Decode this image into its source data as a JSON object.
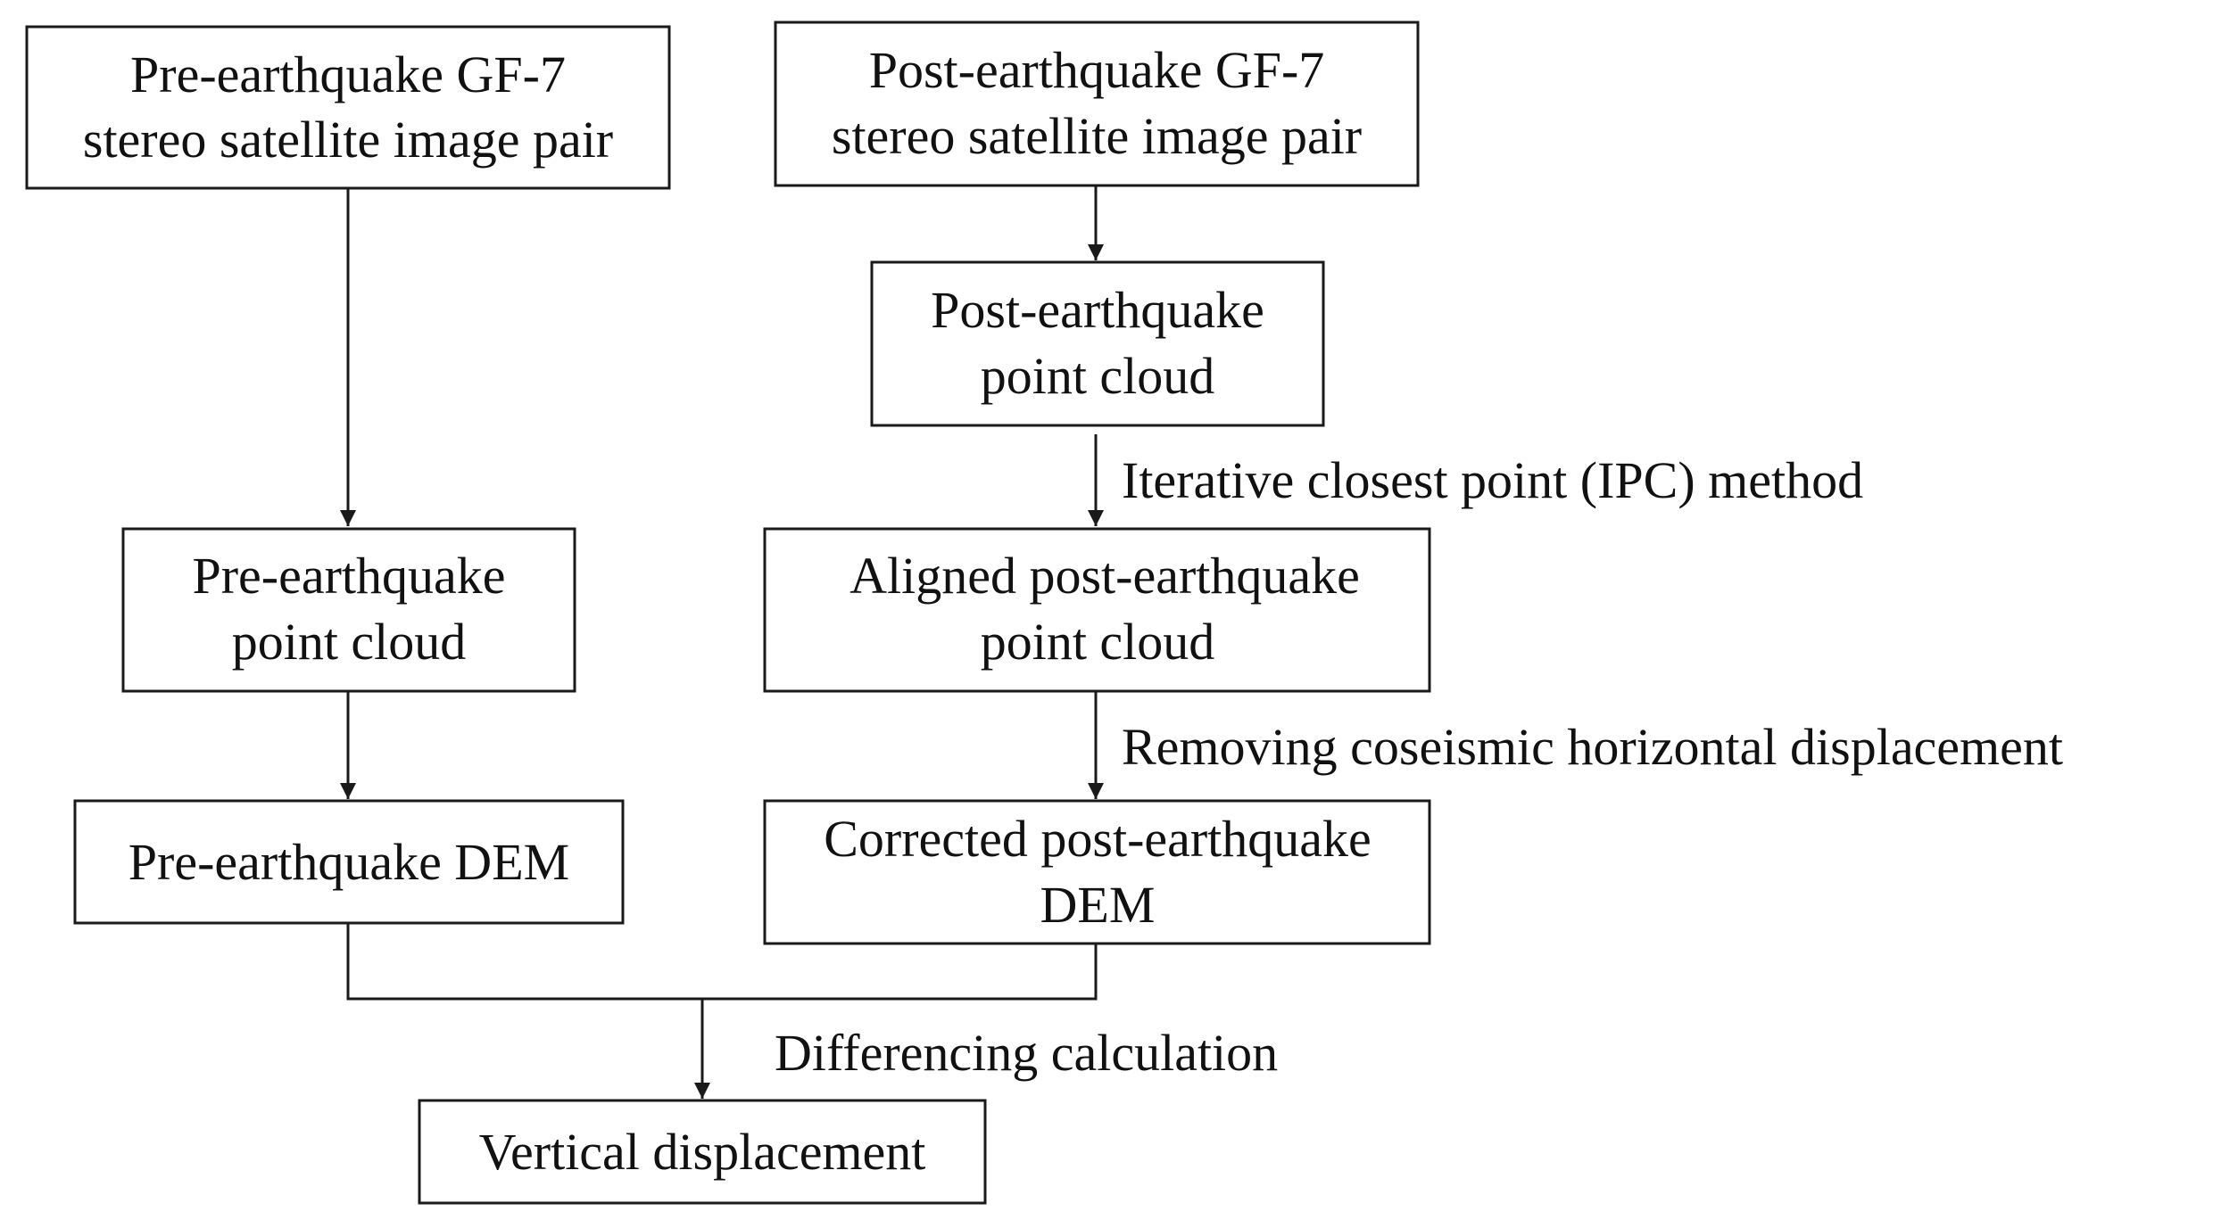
{
  "nodes": {
    "pre_stereo": {
      "line1": "Pre-earthquake GF-7",
      "line2": "stereo satellite image pair"
    },
    "post_stereo": {
      "line1": "Post-earthquake GF-7",
      "line2": "stereo satellite image pair"
    },
    "post_cloud": {
      "line1": "Post-earthquake",
      "line2": "point cloud"
    },
    "pre_cloud": {
      "line1": "Pre-earthquake",
      "line2": "point cloud"
    },
    "aligned_cloud": {
      "line1": "Aligned post-earthquake",
      "line2": "point cloud"
    },
    "pre_dem": {
      "line1": "Pre-earthquake DEM"
    },
    "corrected_dem": {
      "line1": "Corrected post-earthquake",
      "line2": "DEM"
    },
    "vertical": {
      "line1": "Vertical displacement"
    }
  },
  "edge_labels": {
    "icp": "Iterative closest point (IPC) method",
    "removing": "Removing coseismic horizontal displacement",
    "differencing": "Differencing calculation"
  }
}
